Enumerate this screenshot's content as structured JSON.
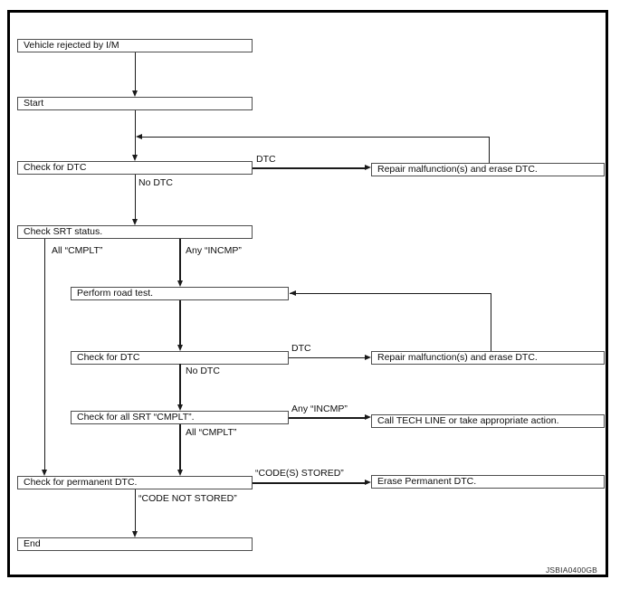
{
  "figure": {
    "code": "JSBIA0400GB"
  },
  "nodes": {
    "vehicle_rejected": "Vehicle rejected by I/M",
    "start": "Start",
    "check_dtc_1": "Check for DTC",
    "check_srt_status": "Check SRT status.",
    "perform_road_test": "Perform road test.",
    "check_dtc_2": "Check for DTC",
    "check_all_srt": "Check for all SRT “CMPLT”.",
    "check_permanent_dtc": "Check for permanent DTC.",
    "end": "End",
    "repair_erase_1": "Repair malfunction(s) and erase DTC.",
    "repair_erase_2": "Repair malfunction(s) and erase DTC.",
    "call_tech_line": "Call TECH LINE or take appropriate action.",
    "erase_permanent_dtc": "Erase Permanent DTC."
  },
  "edge_labels": {
    "dtc_1": "DTC",
    "no_dtc_1": "No DTC",
    "all_cmplt_left": "All “CMPLT”",
    "any_incmp_1": "Any “INCMP”",
    "dtc_2": "DTC",
    "no_dtc_2": "No DTC",
    "any_incmp_2": "Any “INCMP”",
    "all_cmplt_2": "All “CMPLT”",
    "codes_stored": "“CODE(S) STORED”",
    "code_not_stored": "“CODE NOT STORED”"
  }
}
